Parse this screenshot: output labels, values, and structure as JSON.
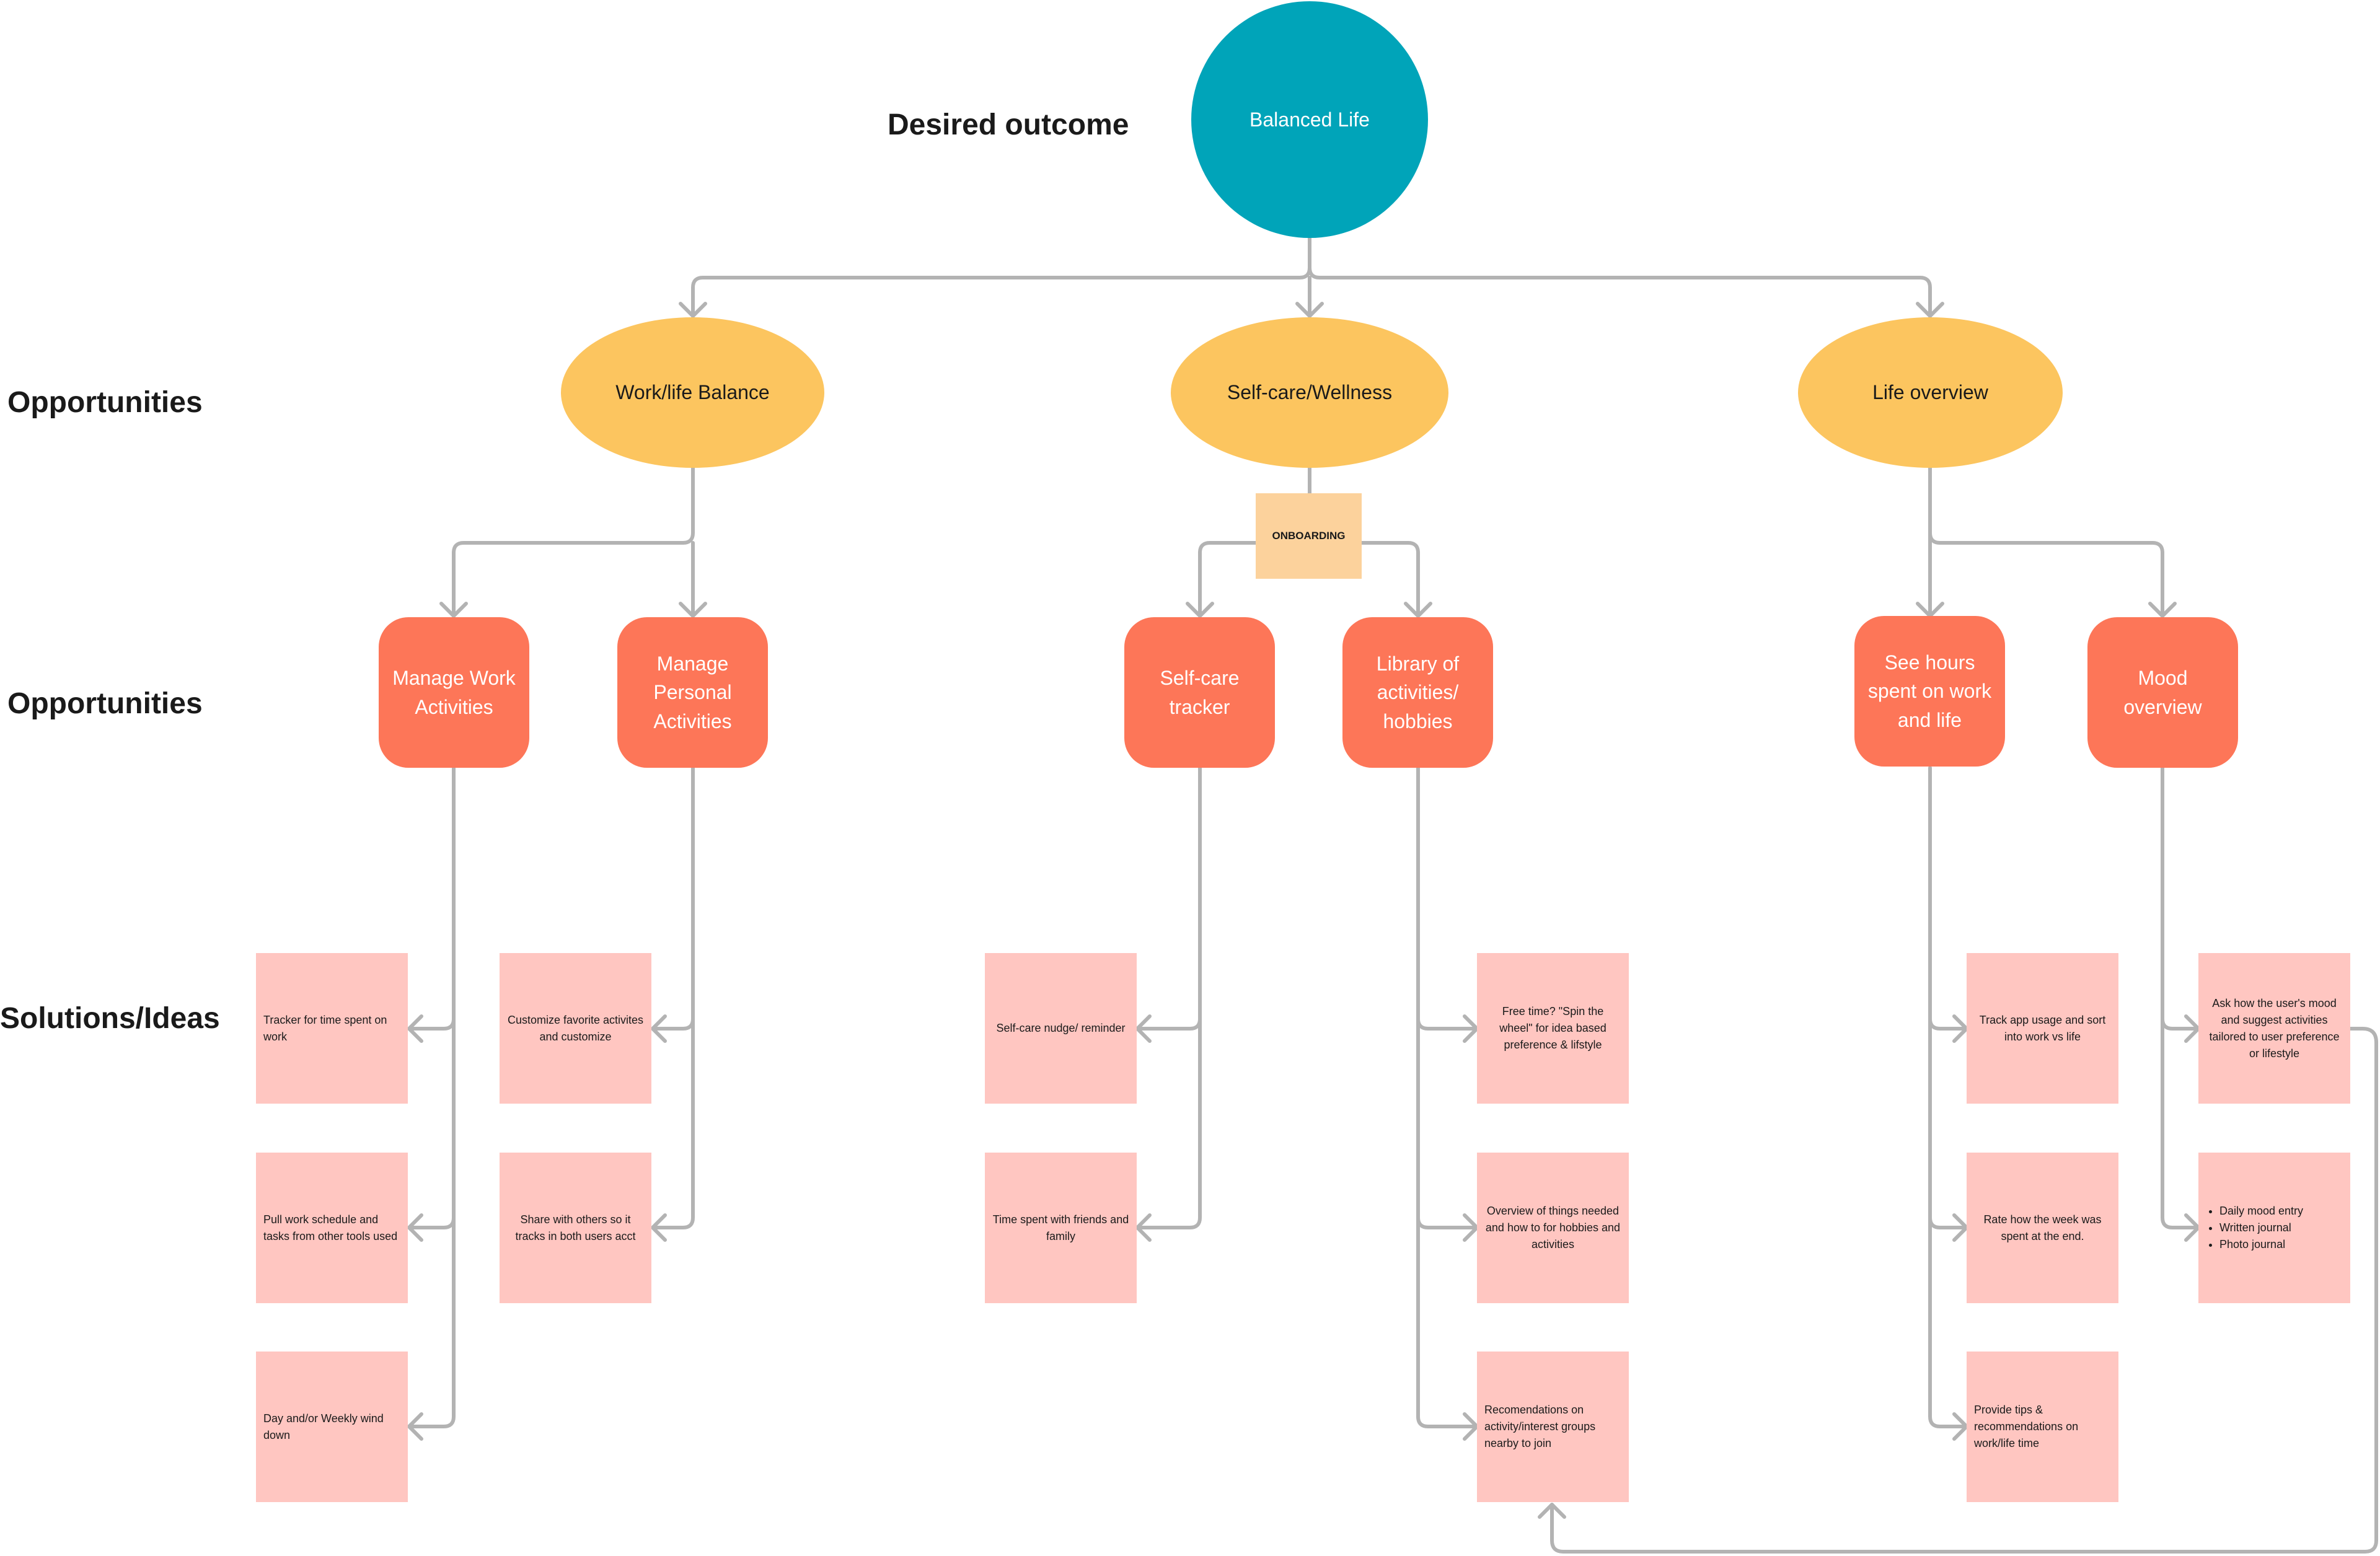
{
  "labels": {
    "desired_outcome": "Desired outcome",
    "opportunities_1": "Opportunities",
    "opportunities_2": "Opportunities",
    "solutions": "Solutions/Ideas"
  },
  "goal": "Balanced Life",
  "onboarding": "ONBOARDING",
  "branches": [
    {
      "title": "Work/life Balance",
      "opportunities": [
        {
          "title": "Manage Work Activities",
          "solutions": [
            "Tracker for time spent on work",
            "Pull work schedule and tasks from other tools used",
            "Day and/or Weekly wind down"
          ]
        },
        {
          "title": "Manage Personal Activities",
          "solutions": [
            "Customize favorite activites and customize",
            "Share with others so it tracks in both users acct"
          ]
        }
      ]
    },
    {
      "title": "Self-care/Wellness",
      "opportunities": [
        {
          "title": "Self-care tracker",
          "solutions": [
            "Self-care nudge/ reminder",
            "Time spent with friends and family"
          ]
        },
        {
          "title": "Library of activities/ hobbies",
          "solutions": [
            "Free time? \"Spin the wheel\" for idea based preference & lifstyle",
            "Overview of things needed and how to for hobbies and activities",
            "Recomendations on activity/interest groups nearby to join"
          ]
        }
      ]
    },
    {
      "title": "Life overview",
      "opportunities": [
        {
          "title": "See hours spent on work and life",
          "solutions": [
            "Track app usage and sort into work vs life",
            "Rate how the week was spent at the end.",
            "Provide tips & recommendations on work/life time"
          ]
        },
        {
          "title": "Mood overview",
          "solutions": [
            "Ask how the user's mood and suggest activities tailored to user preference or lifestyle"
          ],
          "journal_items": [
            "Daily mood entry",
            "Written journal",
            "Photo journal"
          ]
        }
      ]
    }
  ],
  "colors": {
    "goal": "#00a4b9",
    "branch": "#fcc55f",
    "opportunity": "#fd7658",
    "solution": "#ffc6c1",
    "onboarding": "#fcd29c",
    "connector": "#b3b3b3"
  }
}
